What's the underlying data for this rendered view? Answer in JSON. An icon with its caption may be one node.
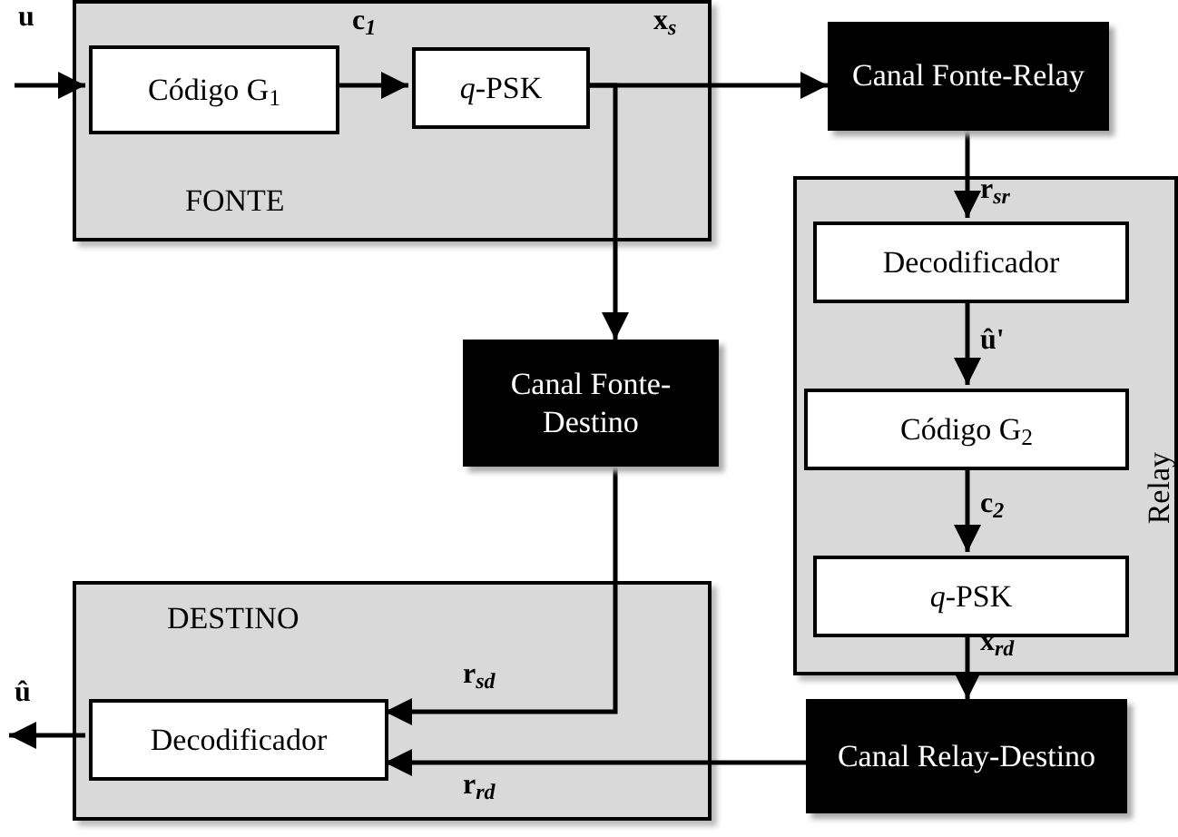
{
  "diagram": {
    "nodes": [
      {
        "text": [
          "FONTE"
        ]
      },
      {
        "text": [
          "Código G$_{1}$"
        ],
        "in": 0
      },
      {
        "text": [
          "*q*-PSK"
        ],
        "in": 0
      },
      {
        "text": [
          "Canal Fonte-Relay"
        ]
      },
      {
        "text": [
          "Relay"
        ]
      },
      {
        "text": [
          "Decodificador"
        ],
        "in": 4
      },
      {
        "text": [
          "Código G$_{2}$"
        ],
        "in": 4
      },
      {
        "text": [
          "*q*-PSK"
        ],
        "in": 4
      },
      {
        "text": [
          "Canal Fonte-Destino"
        ]
      },
      {
        "text": [
          "DESTINO"
        ]
      },
      {
        "text": [
          "Decodificador"
        ],
        "in": 9
      },
      {
        "text": [
          "Canal Relay-Destino"
        ]
      }
    ],
    "edges": [
      {
        "from": null,
        "to": 1,
        "arrow": "to",
        "label": "u"
      },
      {
        "from": 1,
        "to": 2,
        "arrow": "to",
        "label": "c$_{1}$"
      },
      {
        "from": 2,
        "to": 3,
        "arrow": "to",
        "label": "x$_{s}$"
      },
      {
        "from": 2,
        "to": 8,
        "arrow": "to"
      },
      {
        "from": 3,
        "to": 5,
        "arrow": "to",
        "label": "r$_{sr}$"
      },
      {
        "from": 5,
        "to": 6,
        "arrow": "to",
        "label": "û'"
      },
      {
        "from": 6,
        "to": 7,
        "arrow": "to",
        "label": "c$_{2}$"
      },
      {
        "from": 7,
        "to": 11,
        "arrow": "to",
        "label": "x$_{rd}$"
      },
      {
        "from": 8,
        "to": 10,
        "arrow": "to",
        "label": "r$_{sd}$"
      },
      {
        "from": 11,
        "to": 10,
        "arrow": "to",
        "label": "r$_{rd}$"
      },
      {
        "from": 10,
        "to": null,
        "arrow": "to",
        "label": "û"
      }
    ]
  }
}
